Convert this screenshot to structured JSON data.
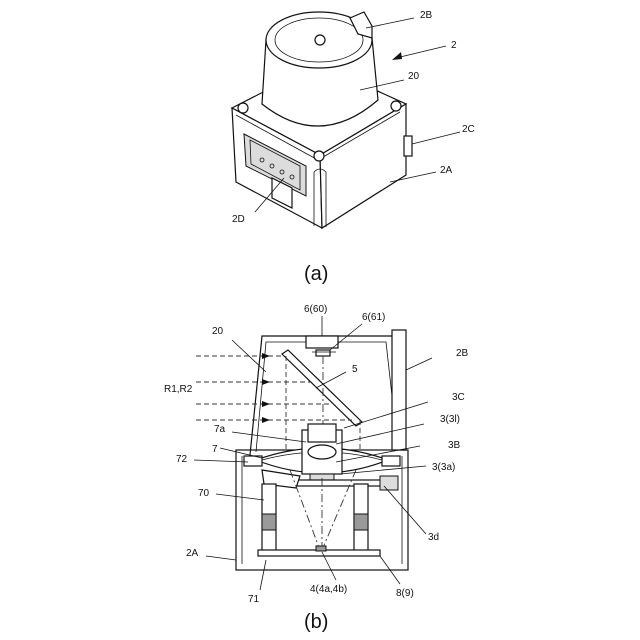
{
  "figure_a": {
    "caption": "(a)",
    "labels": {
      "l2B": "2B",
      "l2": "2",
      "l20": "20",
      "l2C": "2C",
      "l2A": "2A",
      "l2D": "2D"
    }
  },
  "figure_b": {
    "caption": "(b)",
    "labels": {
      "l660": "6(60)",
      "l661": "6(61)",
      "l20": "20",
      "l2B": "2B",
      "lR1R2": "R1,R2",
      "l5": "5",
      "l3C": "3C",
      "l33l": "3(3l)",
      "l7a": "7a",
      "l7": "7",
      "l3B": "3B",
      "l72": "72",
      "l33a": "3(3a)",
      "l70": "70",
      "l3d": "3d",
      "l2A": "2A",
      "l44a": "4(4a,4b)",
      "l71": "71",
      "l89": "8(9)"
    }
  }
}
